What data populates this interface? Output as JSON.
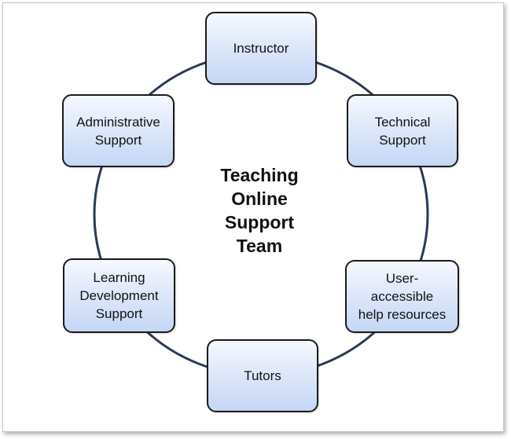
{
  "diagram": {
    "center_title": "Teaching\nOnline\nSupport\nTeam",
    "nodes": [
      {
        "id": "instructor",
        "label": "Instructor"
      },
      {
        "id": "technical-support",
        "label": "Technical\nSupport"
      },
      {
        "id": "user-accessible-help",
        "label": "User-\naccessible\nhelp resources"
      },
      {
        "id": "tutors",
        "label": "Tutors"
      },
      {
        "id": "learning-development-support",
        "label": "Learning\nDevelopment\nSupport"
      },
      {
        "id": "administrative-support",
        "label": "Administrative\nSupport"
      }
    ],
    "colors": {
      "ring": "#2b3a55",
      "node_border": "#1a1a1a",
      "node_fill_top": "#f5f8fe",
      "node_fill_bottom": "#c5d6f5"
    }
  }
}
